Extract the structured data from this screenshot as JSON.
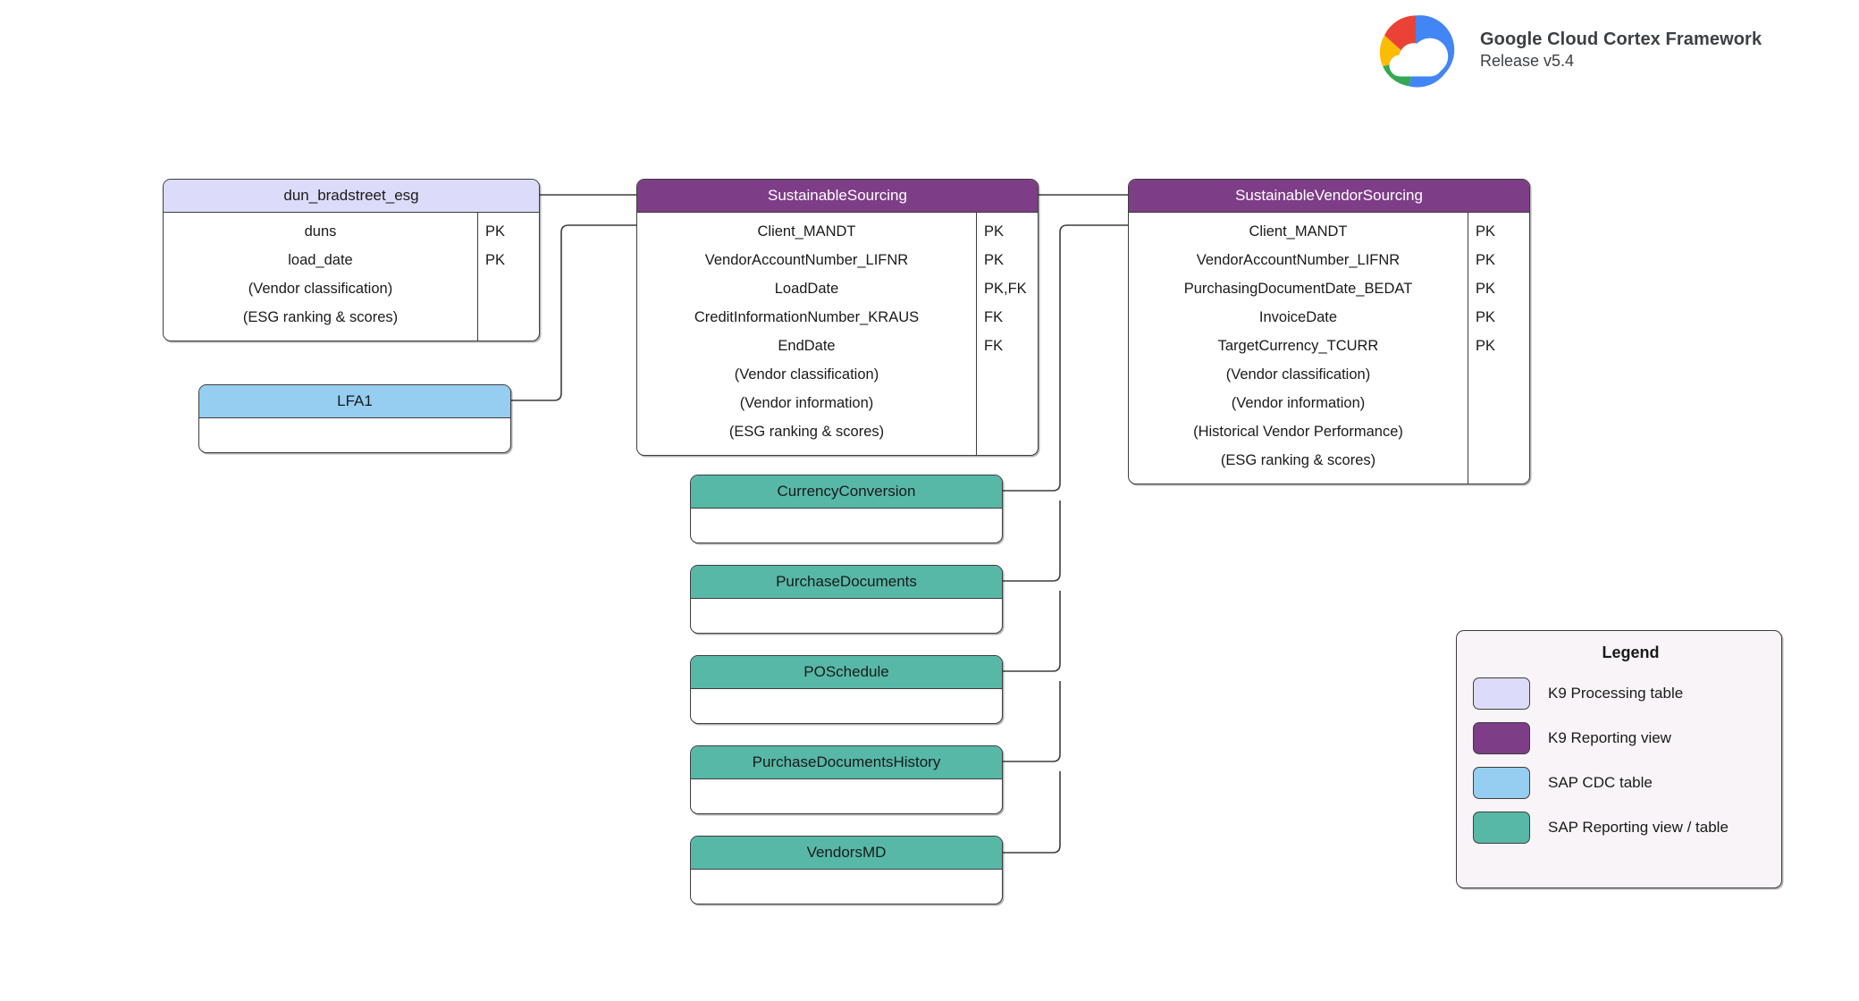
{
  "brand": {
    "logo_icon": "google-cloud-logo-icon",
    "title": "Google Cloud Cortex Framework",
    "subtitle": "Release v5.4"
  },
  "diagram": {
    "type": "entity-relationship-diagram",
    "entities": [
      {
        "id": "dun_bradstreet_esg",
        "name": "dun_bradstreet_esg",
        "category": "K9 Processing table",
        "color": "#dcdcfa",
        "fields": [
          {
            "name": "duns",
            "key": "PK"
          },
          {
            "name": "load_date",
            "key": "PK"
          },
          {
            "name": "(Vendor classification)",
            "key": ""
          },
          {
            "name": "(ESG ranking & scores)",
            "key": ""
          }
        ]
      },
      {
        "id": "SustainableSourcing",
        "name": "SustainableSourcing",
        "category": "K9 Reporting view",
        "color": "#7e3d87",
        "fields": [
          {
            "name": "Client_MANDT",
            "key": "PK"
          },
          {
            "name": "VendorAccountNumber_LIFNR",
            "key": "PK"
          },
          {
            "name": "LoadDate",
            "key": "PK,FK"
          },
          {
            "name": "CreditInformationNumber_KRAUS",
            "key": "FK"
          },
          {
            "name": "EndDate",
            "key": "FK"
          },
          {
            "name": "(Vendor classification)",
            "key": ""
          },
          {
            "name": "(Vendor information)",
            "key": ""
          },
          {
            "name": "(ESG ranking & scores)",
            "key": ""
          }
        ]
      },
      {
        "id": "SustainableVendorSourcing",
        "name": "SustainableVendorSourcing",
        "category": "K9 Reporting view",
        "color": "#7e3d87",
        "fields": [
          {
            "name": "Client_MANDT",
            "key": "PK"
          },
          {
            "name": "VendorAccountNumber_LIFNR",
            "key": "PK"
          },
          {
            "name": "PurchasingDocumentDate_BEDAT",
            "key": "PK"
          },
          {
            "name": "InvoiceDate",
            "key": "PK"
          },
          {
            "name": "TargetCurrency_TCURR",
            "key": "PK"
          },
          {
            "name": "(Vendor classification)",
            "key": ""
          },
          {
            "name": "(Vendor information)",
            "key": ""
          },
          {
            "name": "(Historical Vendor Performance)",
            "key": ""
          },
          {
            "name": "(ESG ranking & scores)",
            "key": ""
          }
        ]
      },
      {
        "id": "LFA1",
        "name": "LFA1",
        "category": "SAP CDC table",
        "color": "#95cef0",
        "fields": []
      },
      {
        "id": "CurrencyConversion",
        "name": "CurrencyConversion",
        "category": "SAP Reporting view / table",
        "color": "#57b8a7",
        "fields": []
      },
      {
        "id": "PurchaseDocuments",
        "name": "PurchaseDocuments",
        "category": "SAP Reporting view / table",
        "color": "#57b8a7",
        "fields": []
      },
      {
        "id": "POSchedule",
        "name": "POSchedule",
        "category": "SAP Reporting view / table",
        "color": "#57b8a7",
        "fields": []
      },
      {
        "id": "PurchaseDocumentsHistory",
        "name": "PurchaseDocumentsHistory",
        "category": "SAP Reporting view / table",
        "color": "#57b8a7",
        "fields": []
      },
      {
        "id": "VendorsMD",
        "name": "VendorsMD",
        "category": "SAP Reporting view / table",
        "color": "#57b8a7",
        "fields": []
      }
    ],
    "relationships": [
      {
        "from": "dun_bradstreet_esg",
        "to": "SustainableSourcing"
      },
      {
        "from": "LFA1",
        "to": "SustainableSourcing"
      },
      {
        "from": "SustainableSourcing",
        "to": "SustainableVendorSourcing"
      },
      {
        "from": "CurrencyConversion",
        "to": "SustainableVendorSourcing"
      },
      {
        "from": "PurchaseDocuments",
        "to": "SustainableVendorSourcing"
      },
      {
        "from": "POSchedule",
        "to": "SustainableVendorSourcing"
      },
      {
        "from": "PurchaseDocumentsHistory",
        "to": "SustainableVendorSourcing"
      },
      {
        "from": "VendorsMD",
        "to": "SustainableVendorSourcing"
      }
    ]
  },
  "legend": {
    "title": "Legend",
    "items": [
      {
        "label": "K9 Processing table",
        "color": "#dcdcfa"
      },
      {
        "label": "K9 Reporting view",
        "color": "#7e3d87"
      },
      {
        "label": "SAP CDC table",
        "color": "#95cef0"
      },
      {
        "label": "SAP Reporting view / table",
        "color": "#57b8a7"
      }
    ]
  }
}
